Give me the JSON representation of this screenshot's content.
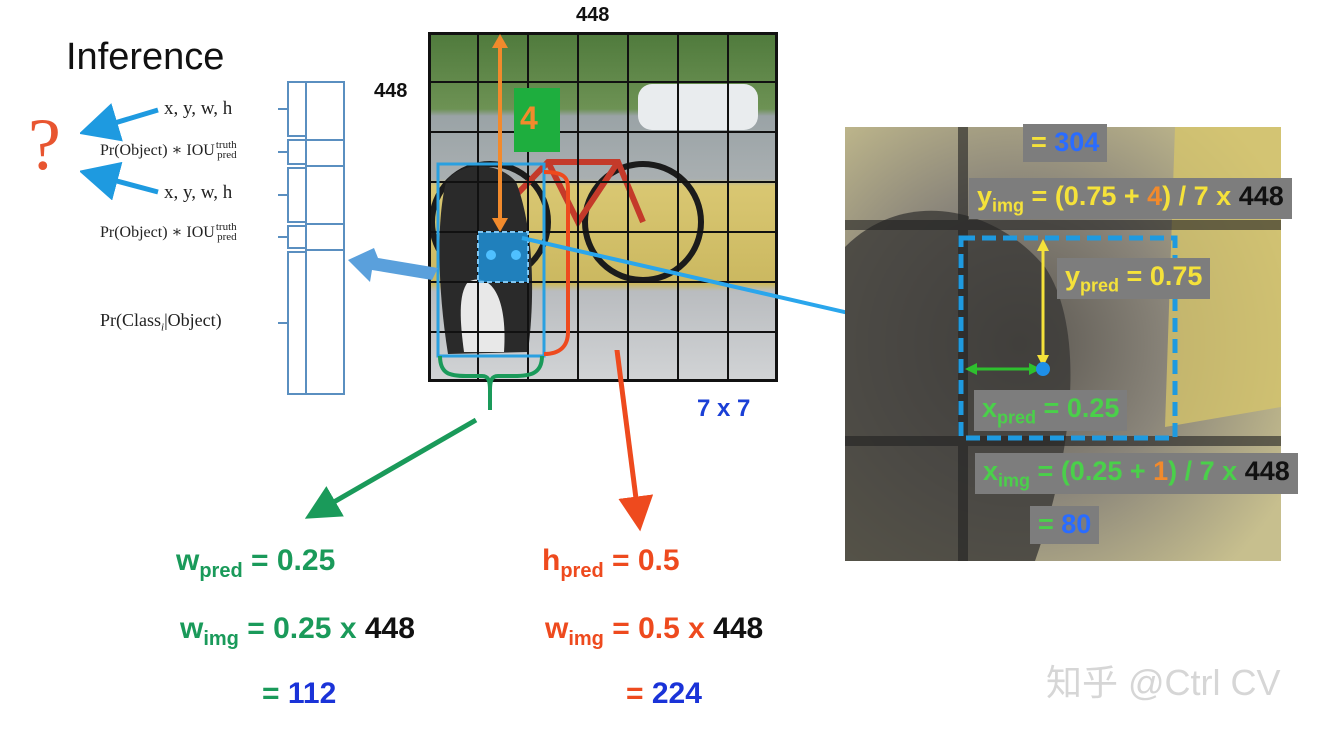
{
  "title": "Inference",
  "question_mark": "?",
  "output_vector": {
    "labels": {
      "box1": "x, y, w, h",
      "conf1": "Pr(Object) ∗ IOU",
      "conf1_sup": "truth",
      "conf1_sub": "pred",
      "box2": "x, y, w, h",
      "conf2": "Pr(Object) ∗ IOU",
      "conf2_sup": "truth",
      "conf2_sub": "pred",
      "class_pre": "Pr(Class",
      "class_sub": "i",
      "class_post": "|Object)"
    }
  },
  "image": {
    "size_top": "448",
    "size_left": "448",
    "grid_label": "7 x 7",
    "row_offset": "4"
  },
  "width_calc": {
    "pred_var": "w",
    "pred_sub": "pred",
    "pred_val": " = 0.25",
    "img_var": "w",
    "img_sub": "img",
    "img_mid": " = 0.25 x ",
    "img_size": "448",
    "result_eq": "= ",
    "result_val": "112"
  },
  "height_calc": {
    "pred_var": "h",
    "pred_sub": "pred",
    "pred_val": " = 0.5",
    "img_var": "w",
    "img_sub": "img",
    "img_mid": " = 0.5 x ",
    "img_size": "448",
    "result_eq": "= ",
    "result_val": "224"
  },
  "zoom_panel": {
    "y_result_eq": "= ",
    "y_result_val": "304",
    "y_img_var": "y",
    "y_img_sub": "img",
    "y_img_pre": " = (0.75 + ",
    "y_img_cell": "4",
    "y_img_post": ") / 7 x ",
    "y_img_size": "448",
    "y_pred_var": "y",
    "y_pred_sub": "pred",
    "y_pred_val": " = 0.75",
    "x_pred_var": "x",
    "x_pred_sub": "pred",
    "x_pred_val": " = 0.25",
    "x_img_var": "x",
    "x_img_sub": "img",
    "x_img_pre": " = (0.25 + ",
    "x_img_cell": "1",
    "x_img_post": ") / 7 x ",
    "x_img_size": "448",
    "x_result_eq": "= ",
    "x_result_val": "80"
  },
  "watermark": "知乎 @Ctrl CV",
  "colors": {
    "green": "#1a9a5a",
    "red": "#ee4a1e",
    "blue": "#1a33d8",
    "cyan": "#1e9ae0",
    "orange": "#f28a2c",
    "yellow": "#f5e23a"
  }
}
